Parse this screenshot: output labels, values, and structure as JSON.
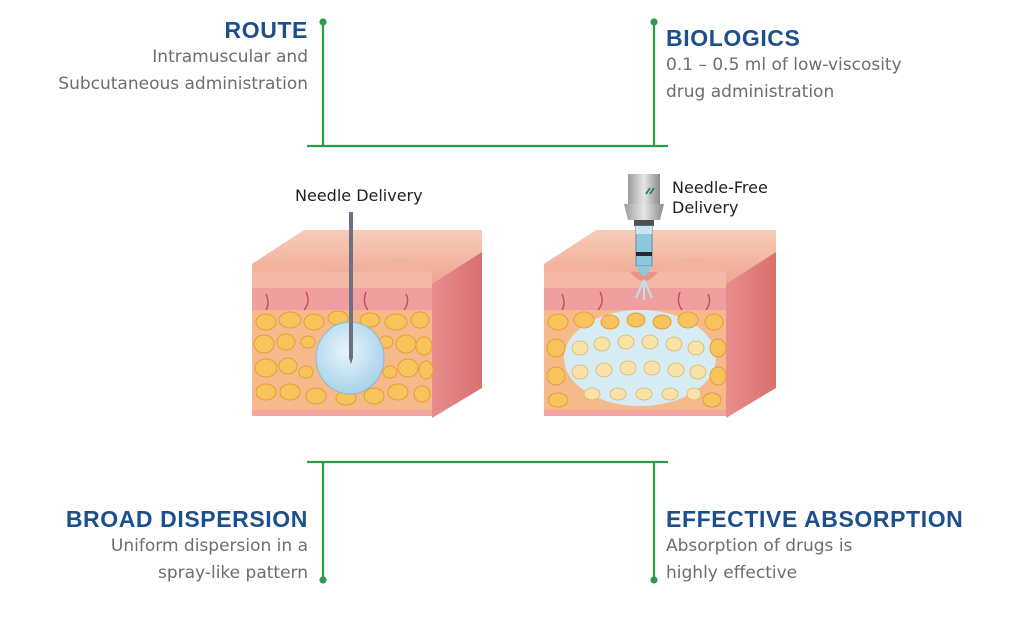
{
  "colors": {
    "heading": "#1d4f8c",
    "description": "#6d6d6d",
    "connector": "#2e9b4b",
    "skin_top": "#f2b7a5",
    "dermis": "#f0a2a2",
    "fat": "#f5c35a",
    "drug": "#bfe0f0"
  },
  "route": {
    "title": "ROUTE",
    "line1": "Intramuscular and",
    "line2": "Subcutaneous administration"
  },
  "biologics": {
    "title": "BIOLOGICS",
    "line1": "0.1 – 0.5 ml of low-viscosity",
    "line2": "drug administration"
  },
  "broad": {
    "title": "BROAD DISPERSION",
    "line1": "Uniform dispersion in a",
    "line2": "spray-like pattern"
  },
  "effective": {
    "title": "EFFECTIVE ABSORPTION",
    "line1": "Absorption of drugs is",
    "line2": "highly effective"
  },
  "needle": {
    "label": "Needle Delivery"
  },
  "needle_free": {
    "label_line1": "Needle-Free",
    "label_line2": "Delivery"
  }
}
